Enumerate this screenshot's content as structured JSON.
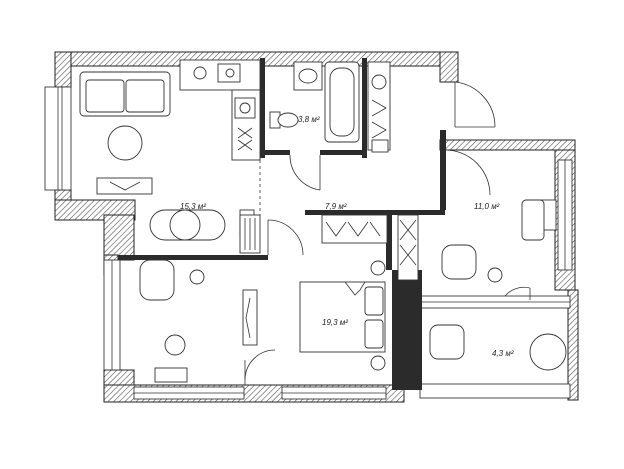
{
  "rooms": [
    {
      "id": "living-kitchen",
      "area": "15,3 м²"
    },
    {
      "id": "bathroom",
      "area": "3,8 м²"
    },
    {
      "id": "hallway",
      "area": "7,9 м²"
    },
    {
      "id": "bedroom-small",
      "area": "11,0 м²"
    },
    {
      "id": "bedroom-large",
      "area": "19,3 м²"
    },
    {
      "id": "balcony",
      "area": "4,3 м²"
    }
  ],
  "colors": {
    "wall": "#2b2b2b",
    "line": "#333333",
    "background": "#ffffff"
  }
}
